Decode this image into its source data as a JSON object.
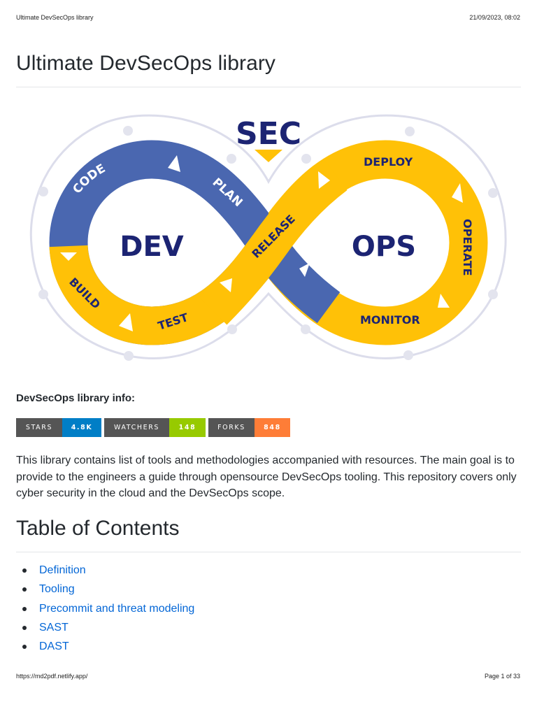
{
  "header": {
    "doc_title": "Ultimate DevSecOps library",
    "datetime": "21/09/2023, 08:02"
  },
  "title": "Ultimate DevSecOps library",
  "diagram": {
    "sec": "SEC",
    "dev": "DEV",
    "ops": "OPS",
    "stages": {
      "code": "CODE",
      "plan": "PLAN",
      "build": "BUILD",
      "test": "TEST",
      "release": "RELEASE",
      "deploy": "DEPLOY",
      "operate": "OPERATE",
      "monitor": "MONITOR"
    },
    "colors": {
      "blue": "#4A67B0",
      "yellow": "#FFC107",
      "navy": "#1C2473",
      "orbit": "#DCDDEB"
    }
  },
  "info_heading": "DevSecOps library info:",
  "badges": [
    {
      "label": "STARS",
      "value": "4.8K",
      "color": "#007EC6"
    },
    {
      "label": "WATCHERS",
      "value": "148",
      "color": "#97CA00"
    },
    {
      "label": "FORKS",
      "value": "848",
      "color": "#FE7D37"
    }
  ],
  "intro": "This library contains list of tools and methodologies accompanied with resources. The main goal is to provide to the engineers a guide through opensource DevSecOps tooling. This repository covers only cyber security in the cloud and the DevSecOps scope.",
  "toc_title": "Table of Contents",
  "toc": [
    "Definition",
    "Tooling",
    "Precommit and threat modeling",
    "SAST",
    "DAST"
  ],
  "footer": {
    "url": "https://md2pdf.netlify.app/",
    "page": "Page 1 of 33"
  }
}
